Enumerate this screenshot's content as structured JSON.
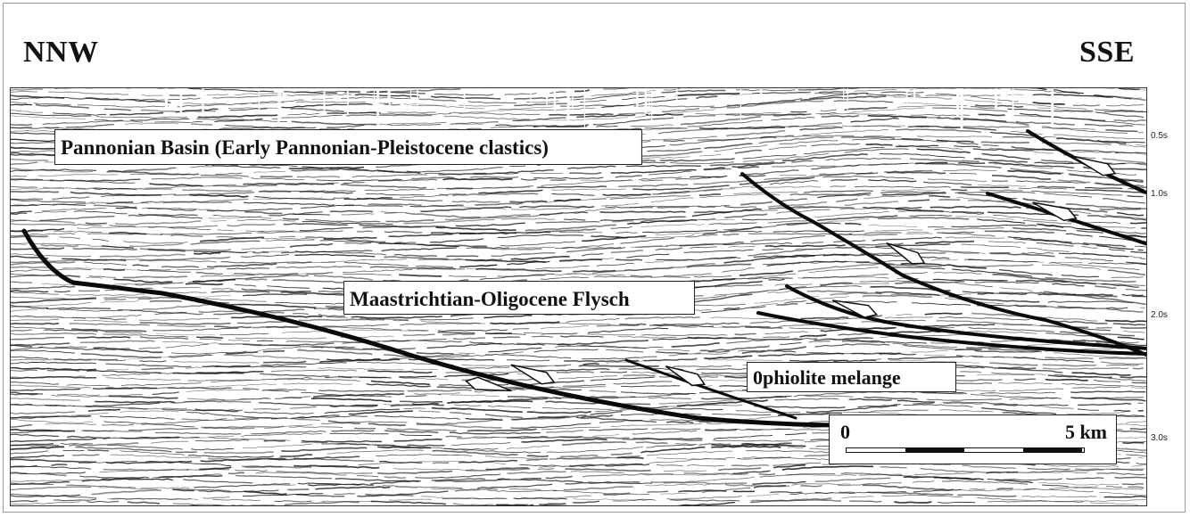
{
  "directions": {
    "left": "NNW",
    "right": "SSE"
  },
  "units": {
    "basin": "Pannonian Basin (Early Pannonian-Pleistocene clastics)",
    "flysch": "Maastrichtian-Oligocene Flysch",
    "ophiolite": "0phiolite melange"
  },
  "time_axis": [
    "0.5s",
    "1.0s",
    "2.0s",
    "3.0s"
  ],
  "scale_bar": {
    "min": "0",
    "max": "5 km"
  },
  "colors": {
    "ink": "#111111",
    "paper": "#ffffff"
  }
}
